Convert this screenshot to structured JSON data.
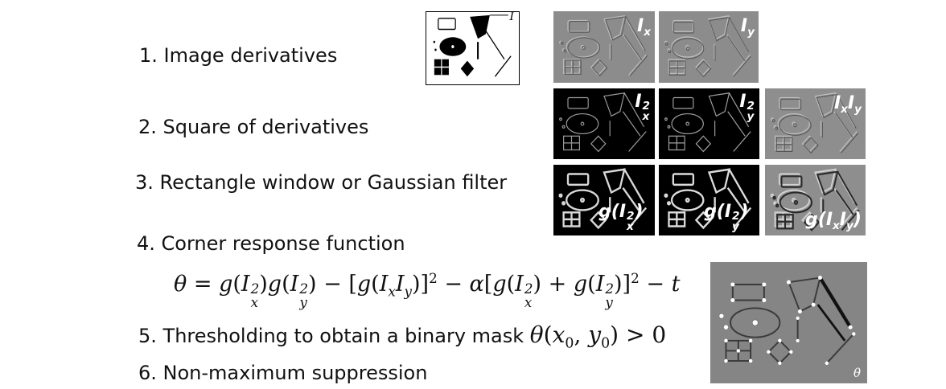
{
  "steps": [
    {
      "label": "1. Image derivatives"
    },
    {
      "label": "2. Square of derivatives"
    },
    {
      "label": "3. Rectangle window or Gaussian filter"
    },
    {
      "label": "4. Corner response function"
    },
    {
      "label": "5. Thresholding to obtain a binary mask"
    },
    {
      "label": "6. Non-maximum suppression"
    }
  ],
  "input_image": {
    "label": "I"
  },
  "panels": {
    "ix": {
      "base": "I",
      "sub": "x"
    },
    "iy": {
      "base": "I",
      "sub": "y"
    },
    "ix2": {
      "base": "I",
      "sub": "x",
      "sup": "2"
    },
    "iy2": {
      "base": "I",
      "sub": "y",
      "sup": "2"
    },
    "ixiy": {
      "base": "I",
      "sub1": "x",
      "base2": "I",
      "sub2": "y"
    },
    "gix2": {
      "fn": "g(",
      "base": "I",
      "sub": "x",
      "sup": "2",
      "close": ")"
    },
    "giy2": {
      "fn": "g(",
      "base": "I",
      "sub": "y",
      "sup": "2",
      "close": ")"
    },
    "gixiy": {
      "fn": "g(",
      "base": "I",
      "sub1": "x",
      "base2": "I",
      "sub2": "y",
      "close": ")"
    },
    "theta": {
      "label": "θ"
    }
  },
  "formula": {
    "theta": "θ",
    "eq": "=",
    "g": "g",
    "I": "I",
    "x": "x",
    "y": "y",
    "two": "2",
    "minus": "−",
    "plus": "+",
    "alpha": "α",
    "t": "t",
    "gt": ">",
    "zero": "0",
    "x0": "x",
    "y0": "y",
    "sub0": "0",
    "comma": ","
  }
}
